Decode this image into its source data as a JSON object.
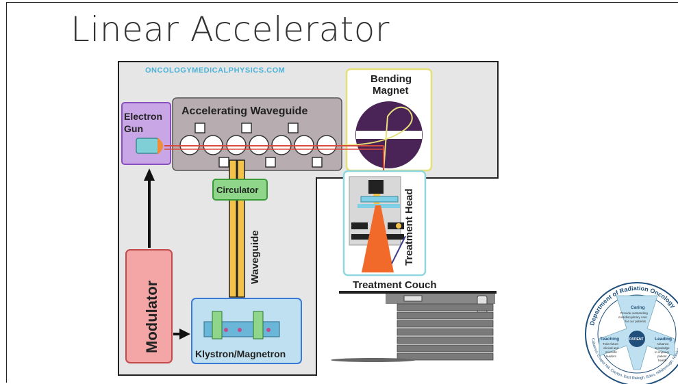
{
  "slide": {
    "title": "Linear Accelerator"
  },
  "diagram": {
    "watermark": "ONCOLOGYMEDICALPHYSICS.COM",
    "labels": {
      "electron_gun": [
        "Electron",
        "Gun"
      ],
      "accelerating_waveguide": "Accelerating Waveguide",
      "bending_magnet": [
        "Bending",
        "Magnet"
      ],
      "treatment_head": "Treatment Head",
      "circulator": "Circulator",
      "waveguide": "Waveguide",
      "modulator": "Modulator",
      "klystron": "Klystron/Magnetron",
      "treatment_couch": "Treatment Couch"
    },
    "colors": {
      "gun": "#c9a6e6",
      "gun_stroke": "#8a4fbf",
      "waveguide_body": "#b7adb1",
      "magnet_stroke": "#e6e07a",
      "head_stroke": "#8fd6e0",
      "circulator": "#8fd68a",
      "modulator": "#f4a6a6",
      "klystron": "#bfe0f0",
      "beam": "#d94a3a",
      "frame": "#e6e6e6"
    }
  },
  "logo": {
    "ring_text": "Department of Radiation Oncology",
    "ring_bottom": "Cabarrus, Chapel Hill, Clayton, East Raleigh, Eden, Hillsborough, Raleigh, Smithfield",
    "sections": [
      {
        "title": "Caring",
        "text": [
          "Provide outstanding",
          "multidisciplinary care",
          "for our patients"
        ]
      },
      {
        "title": "Teaching",
        "text": [
          "Train future",
          "clinical and",
          "scientific",
          "leaders"
        ]
      },
      {
        "title": "Leading",
        "text": [
          "Advance",
          "knowledge",
          "to improve",
          "patient",
          "health"
        ]
      }
    ],
    "center": "PATIENT"
  }
}
